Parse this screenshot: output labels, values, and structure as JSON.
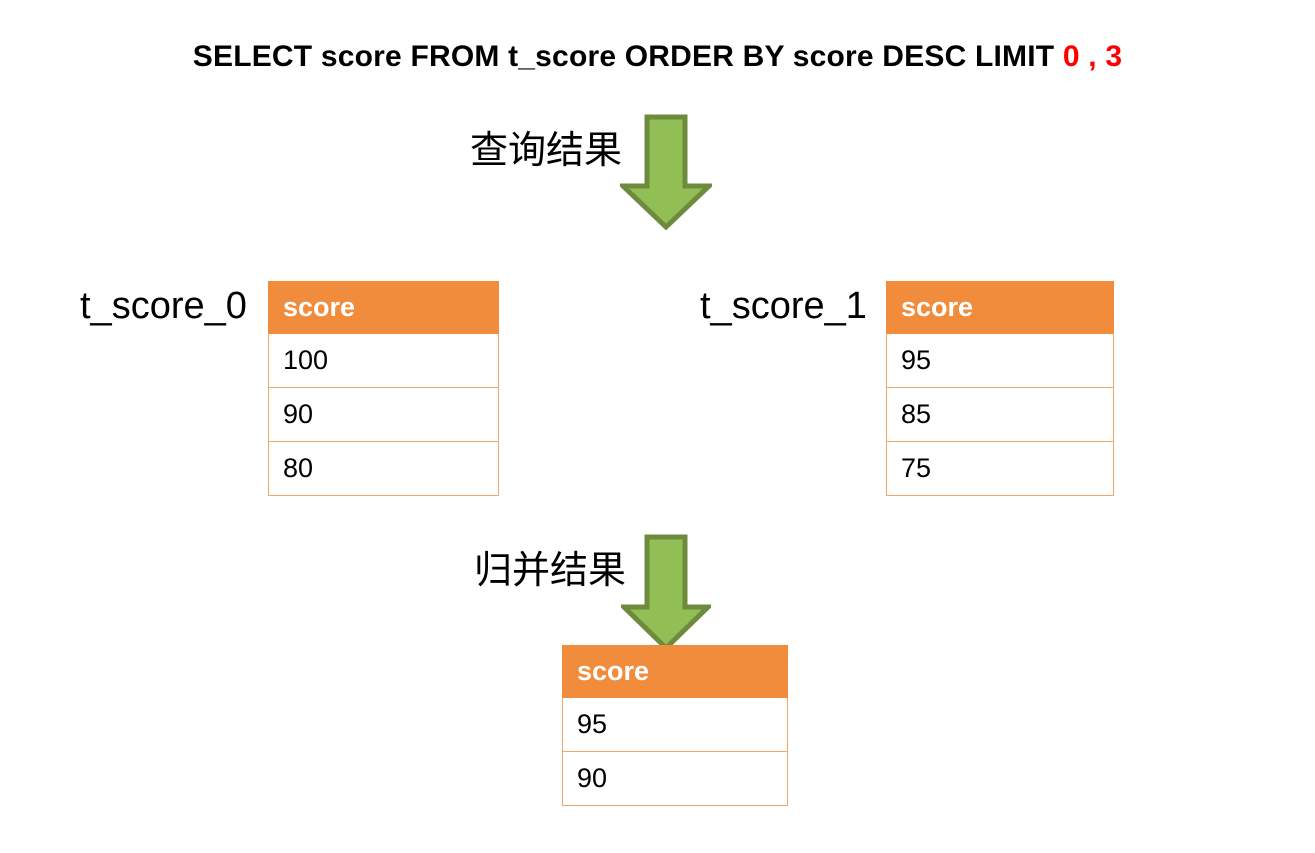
{
  "title": {
    "sql_main": "SELECT score FROM t_score ORDER BY score DESC LIMIT ",
    "sql_limit": "0 , 3",
    "full": "SELECT score FROM t_score ORDER BY score DESC LIMIT 0 , 3"
  },
  "colors": {
    "header_orange": "#F08C3C",
    "row_border_orange": "#F6A664",
    "arrow_green_fill": "#92BE56",
    "arrow_green_border": "#6E8B3D",
    "limit_red": "#FF0000",
    "background": "#FFFFFF",
    "text": "#000000"
  },
  "flow": {
    "query_label": "查询结果",
    "merge_label": "归并结果",
    "query_arrow_icon": "arrow-down-icon",
    "merge_arrow_icon": "arrow-down-icon"
  },
  "tables": {
    "shard_0": {
      "label": "t_score_0",
      "column": "score",
      "rows": [
        "100",
        "90",
        "80"
      ]
    },
    "shard_1": {
      "label": "t_score_1",
      "column": "score",
      "rows": [
        "95",
        "85",
        "75"
      ]
    },
    "merged": {
      "label": "",
      "column": "score",
      "rows": [
        "95",
        "90"
      ]
    }
  }
}
